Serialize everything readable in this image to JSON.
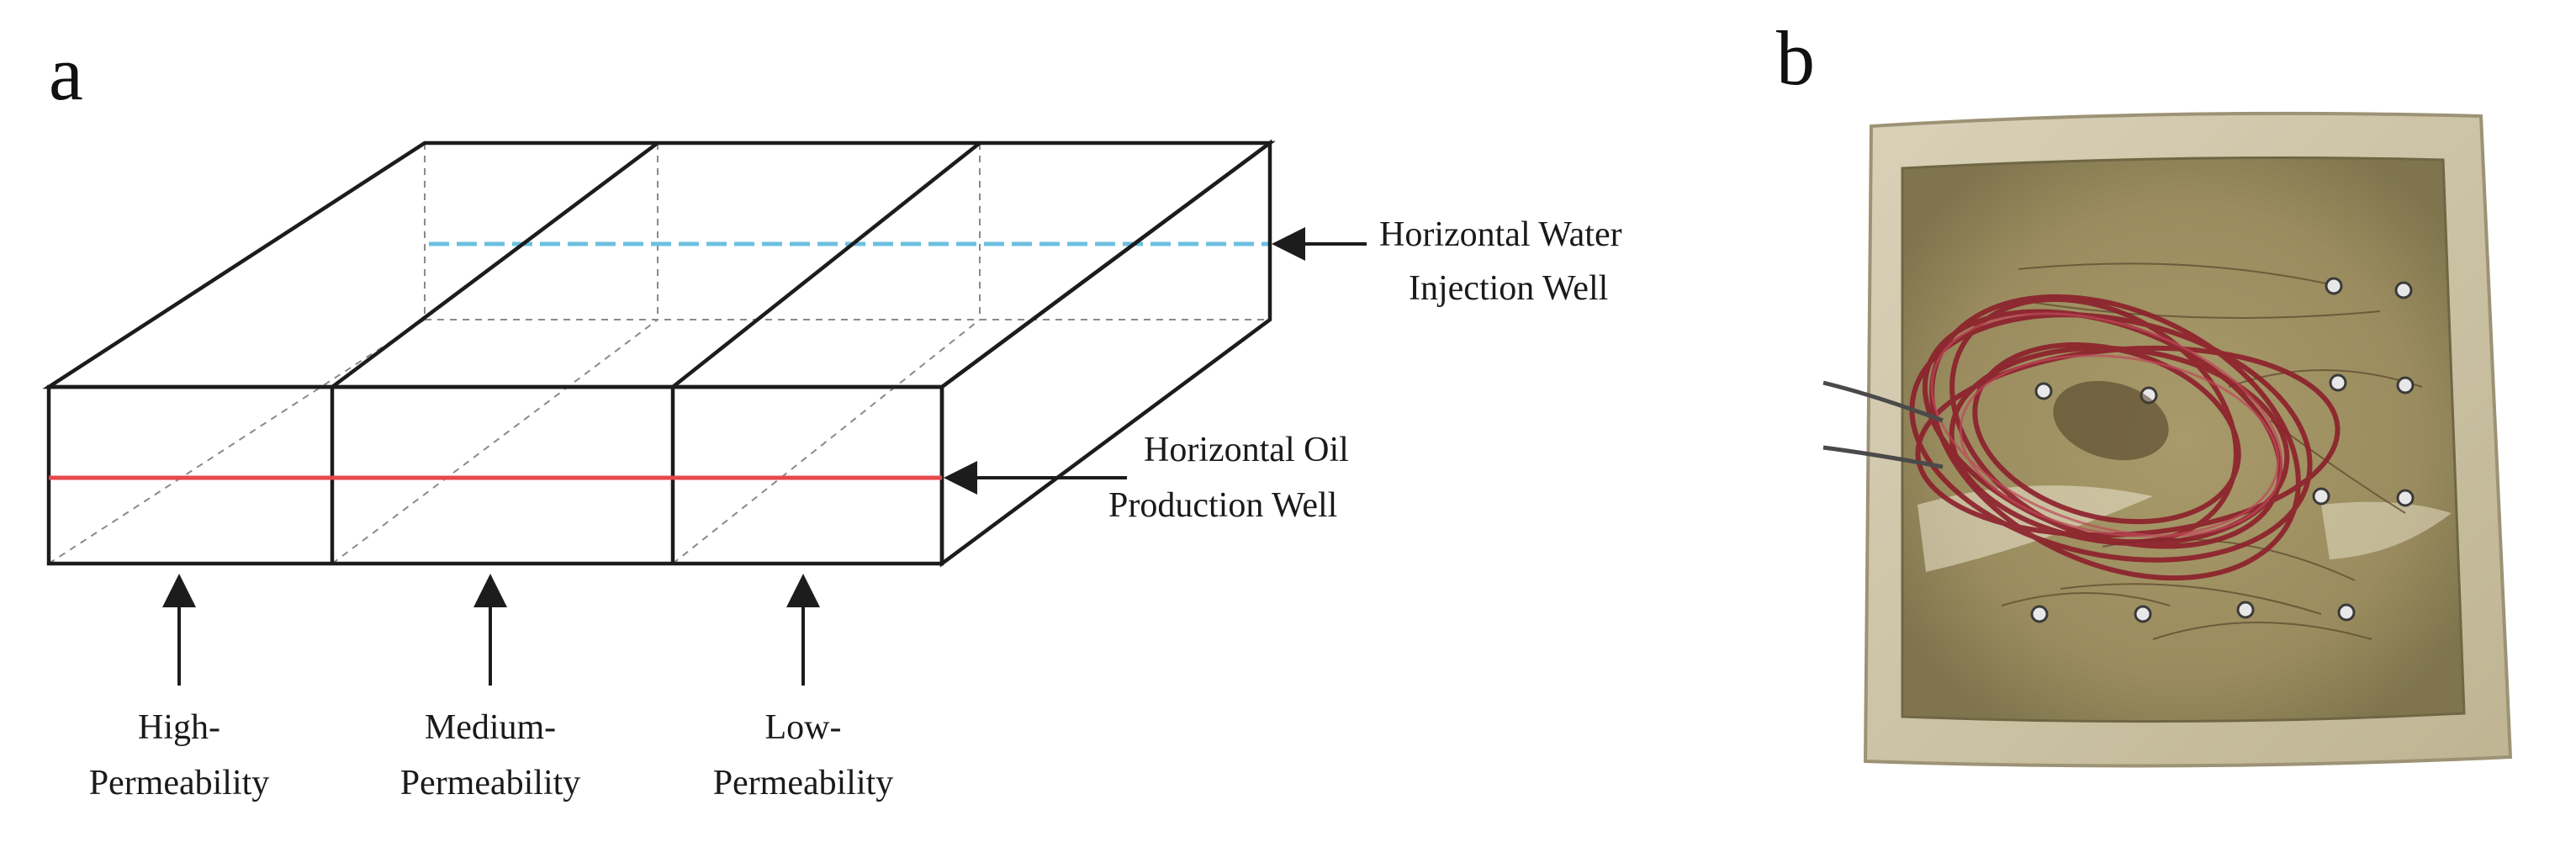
{
  "panels": {
    "a": {
      "label": "a"
    },
    "b": {
      "label": "b"
    }
  },
  "callouts": {
    "water_injection": {
      "line1": "Horizontal Water",
      "line2": "Injection Well"
    },
    "oil_production": {
      "line1": "Horizontal Oil",
      "line2": "Production Well"
    }
  },
  "zones": [
    {
      "line1": "High-",
      "line2": "Permeability"
    },
    {
      "line1": "Medium-",
      "line2": "Permeability"
    },
    {
      "line1": "Low-",
      "line2": "Permeability"
    }
  ],
  "colors": {
    "water_well": "#6cc0e0",
    "oil_well": "#e8484a",
    "outline": "#1c1c1c",
    "hidden_edges": "#8a8a8a",
    "photo_tray": "#cfc6ad",
    "photo_core": "#9d8f63",
    "photo_wire": "#8c1f2b"
  }
}
